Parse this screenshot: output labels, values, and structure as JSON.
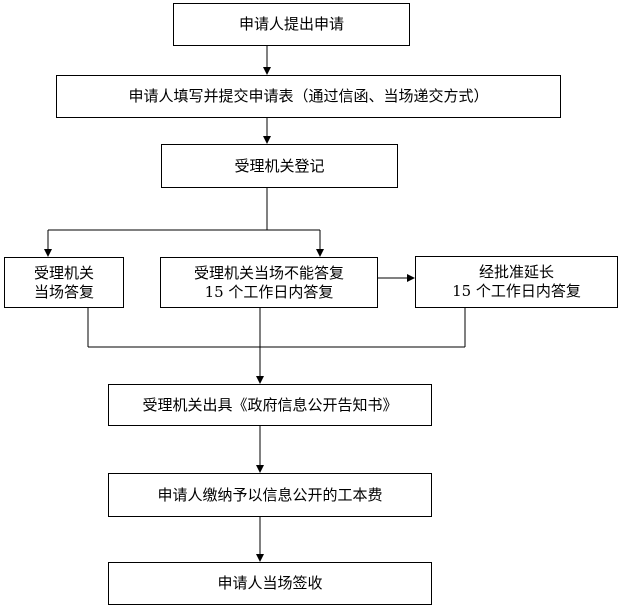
{
  "nodes": {
    "apply": "申请人提出申请",
    "fill_form": "申请人填写并提交申请表（通过信函、当场递交方式）",
    "register": "受理机关登记",
    "onsite_reply": [
      "受理机关",
      "当场答复"
    ],
    "cannot_reply": [
      "受理机关当场不能答复",
      "15 个工作日内答复"
    ],
    "extension": [
      "经批准延长",
      "15 个工作日内答复"
    ],
    "issue_notice": "受理机关出具《政府信息公开告知书》",
    "pay_fee": "申请人缴纳予以信息公开的工本费",
    "sign": "申请人当场签收"
  }
}
